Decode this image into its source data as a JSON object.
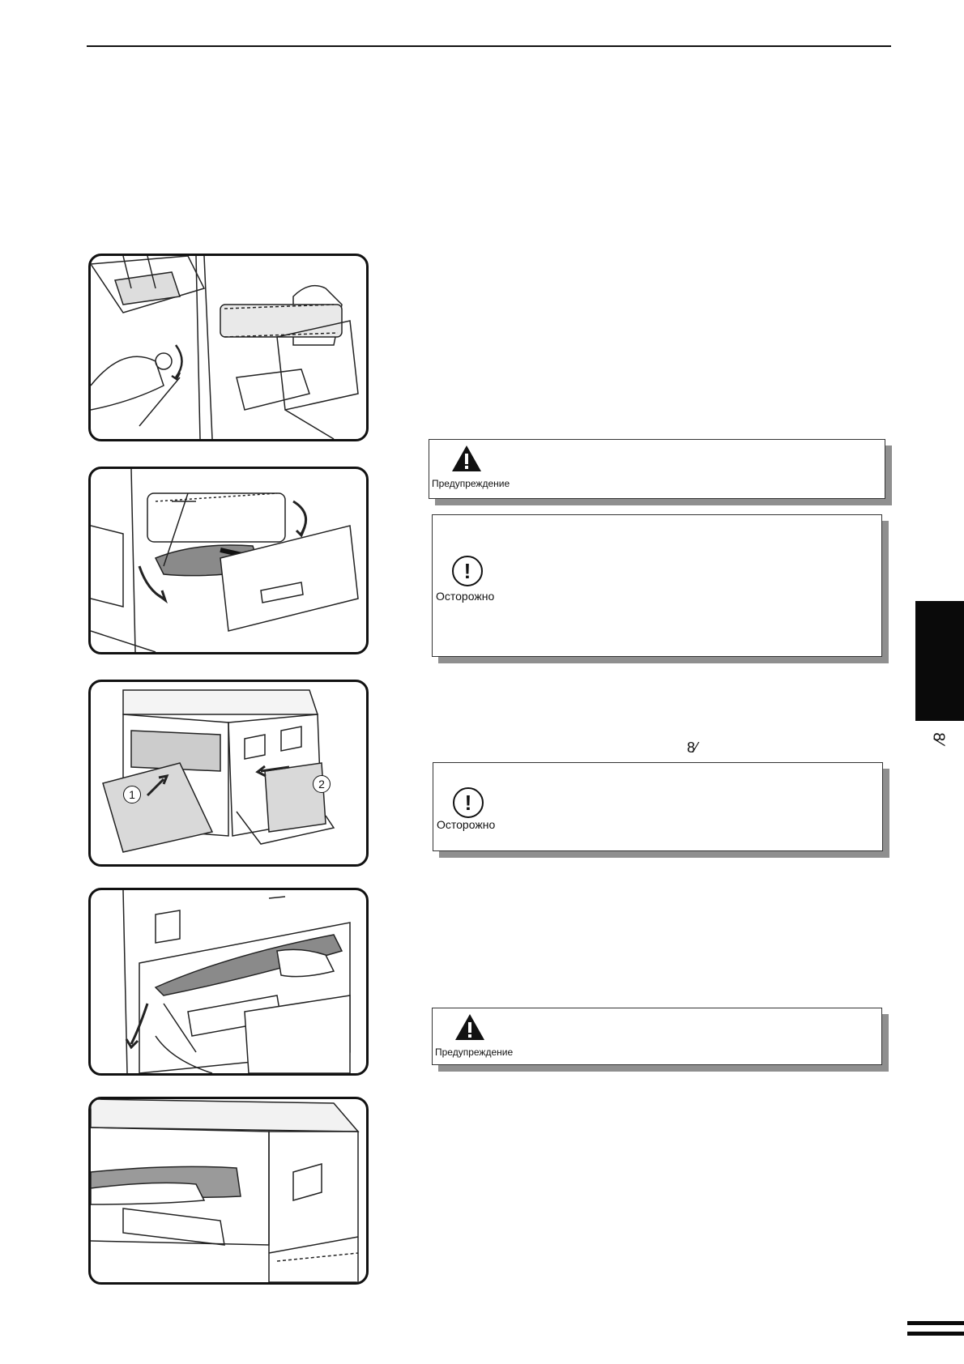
{
  "notices": {
    "warning_label": "Предупреждение",
    "caution_label": "Осторожно"
  },
  "icons": {
    "side_icon": "jam-icon",
    "side_glyph": "8⁄",
    "inline_glyph": "8⁄"
  },
  "figure3": {
    "num1": "1",
    "num2": "2"
  }
}
